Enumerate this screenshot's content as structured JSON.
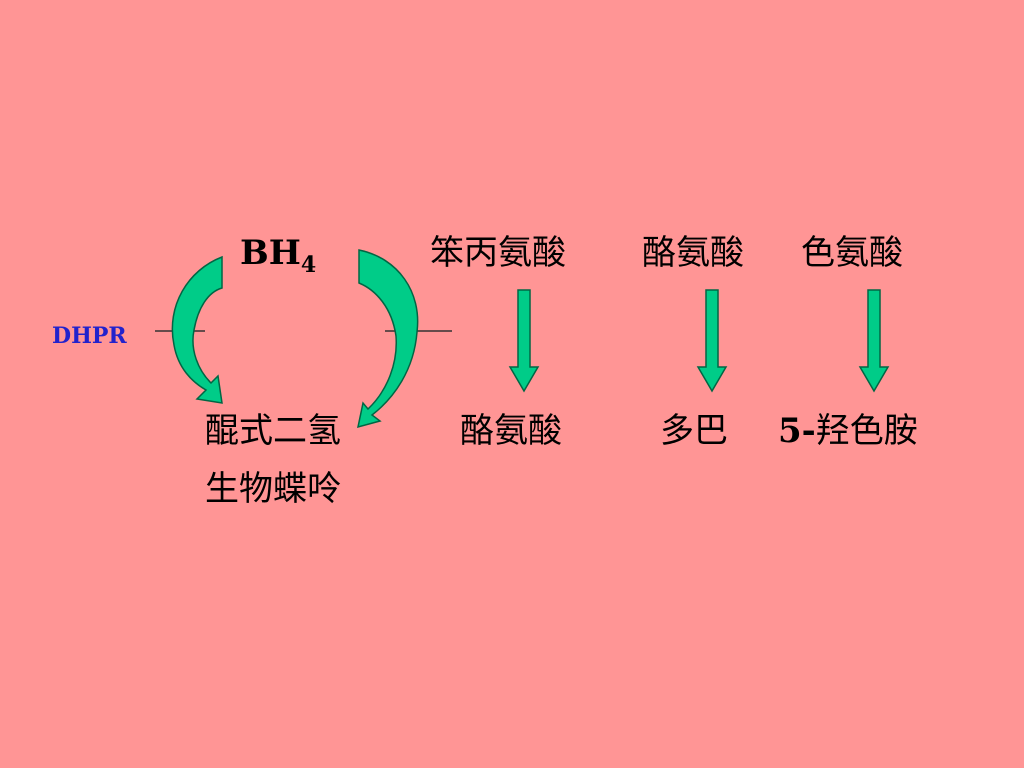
{
  "colors": {
    "background": "#ff9595",
    "arrow_fill": "#00cc88",
    "arrow_stroke": "#006644",
    "dhpr_text": "#2222cc",
    "line": "#333333"
  },
  "cycle": {
    "bh4_main": "BH",
    "bh4_sub": "4",
    "qbh2_line1": "醌式二氢",
    "qbh2_line2": "生物蝶呤",
    "enzyme": "DHPR"
  },
  "substrates": {
    "phenylalanine": "笨丙氨酸",
    "tyrosine": "酪氨酸",
    "tryptophan": "色氨酸"
  },
  "products": {
    "tyrosine": "酪氨酸",
    "dopa": "多巴",
    "ht5_prefix": "5-",
    "ht5_rest": "羟色胺"
  },
  "icons": {
    "curved_arrow_left": "curved-arrow-down-icon",
    "curved_arrow_right": "curved-arrow-down-icon",
    "straight_arrow": "arrow-down-icon"
  }
}
